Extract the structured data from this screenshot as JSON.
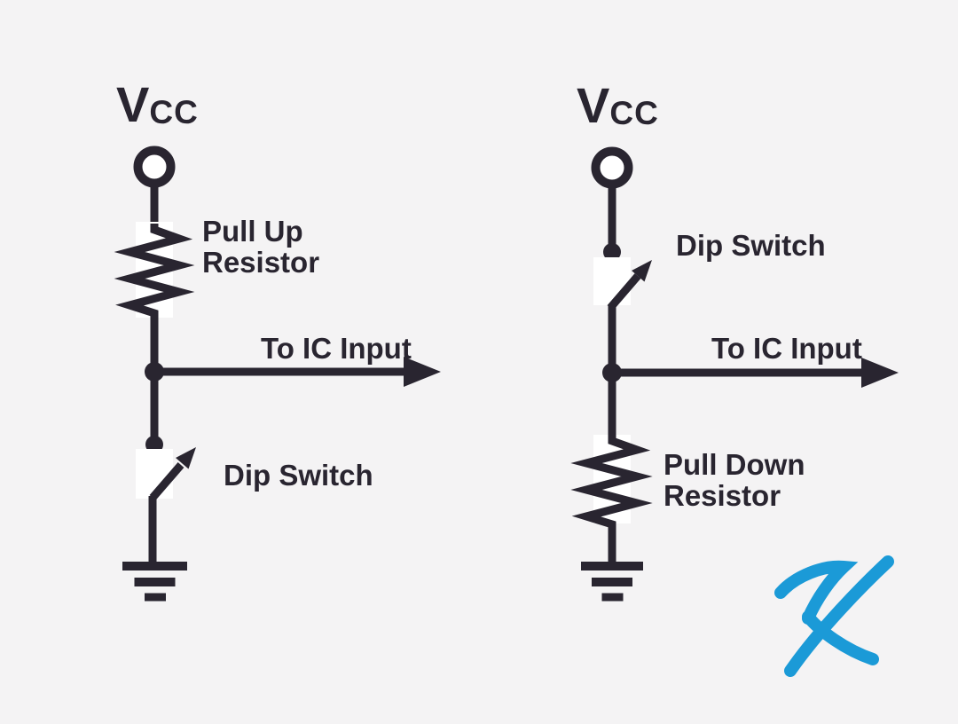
{
  "diagram": {
    "title_semantic": "pull-up vs pull-down resistor dip switch wiring diagram",
    "background_color": "#f4f3f4",
    "ink_color": "#292530",
    "accent_color": "#1b9ad7",
    "left_circuit": {
      "supply_label": "V",
      "supply_subscript": "CC",
      "resistor_label_line1": "Pull Up",
      "resistor_label_line2": "Resistor",
      "output_label": "To IC Input",
      "switch_label": "Dip Switch"
    },
    "right_circuit": {
      "supply_label": "V",
      "supply_subscript": "CC",
      "switch_label": "Dip Switch",
      "output_label": "To IC Input",
      "resistor_label_line1": "Pull Down",
      "resistor_label_line2": "Resistor"
    },
    "logo": {
      "letter": "K",
      "color": "#1b9ad7"
    }
  }
}
